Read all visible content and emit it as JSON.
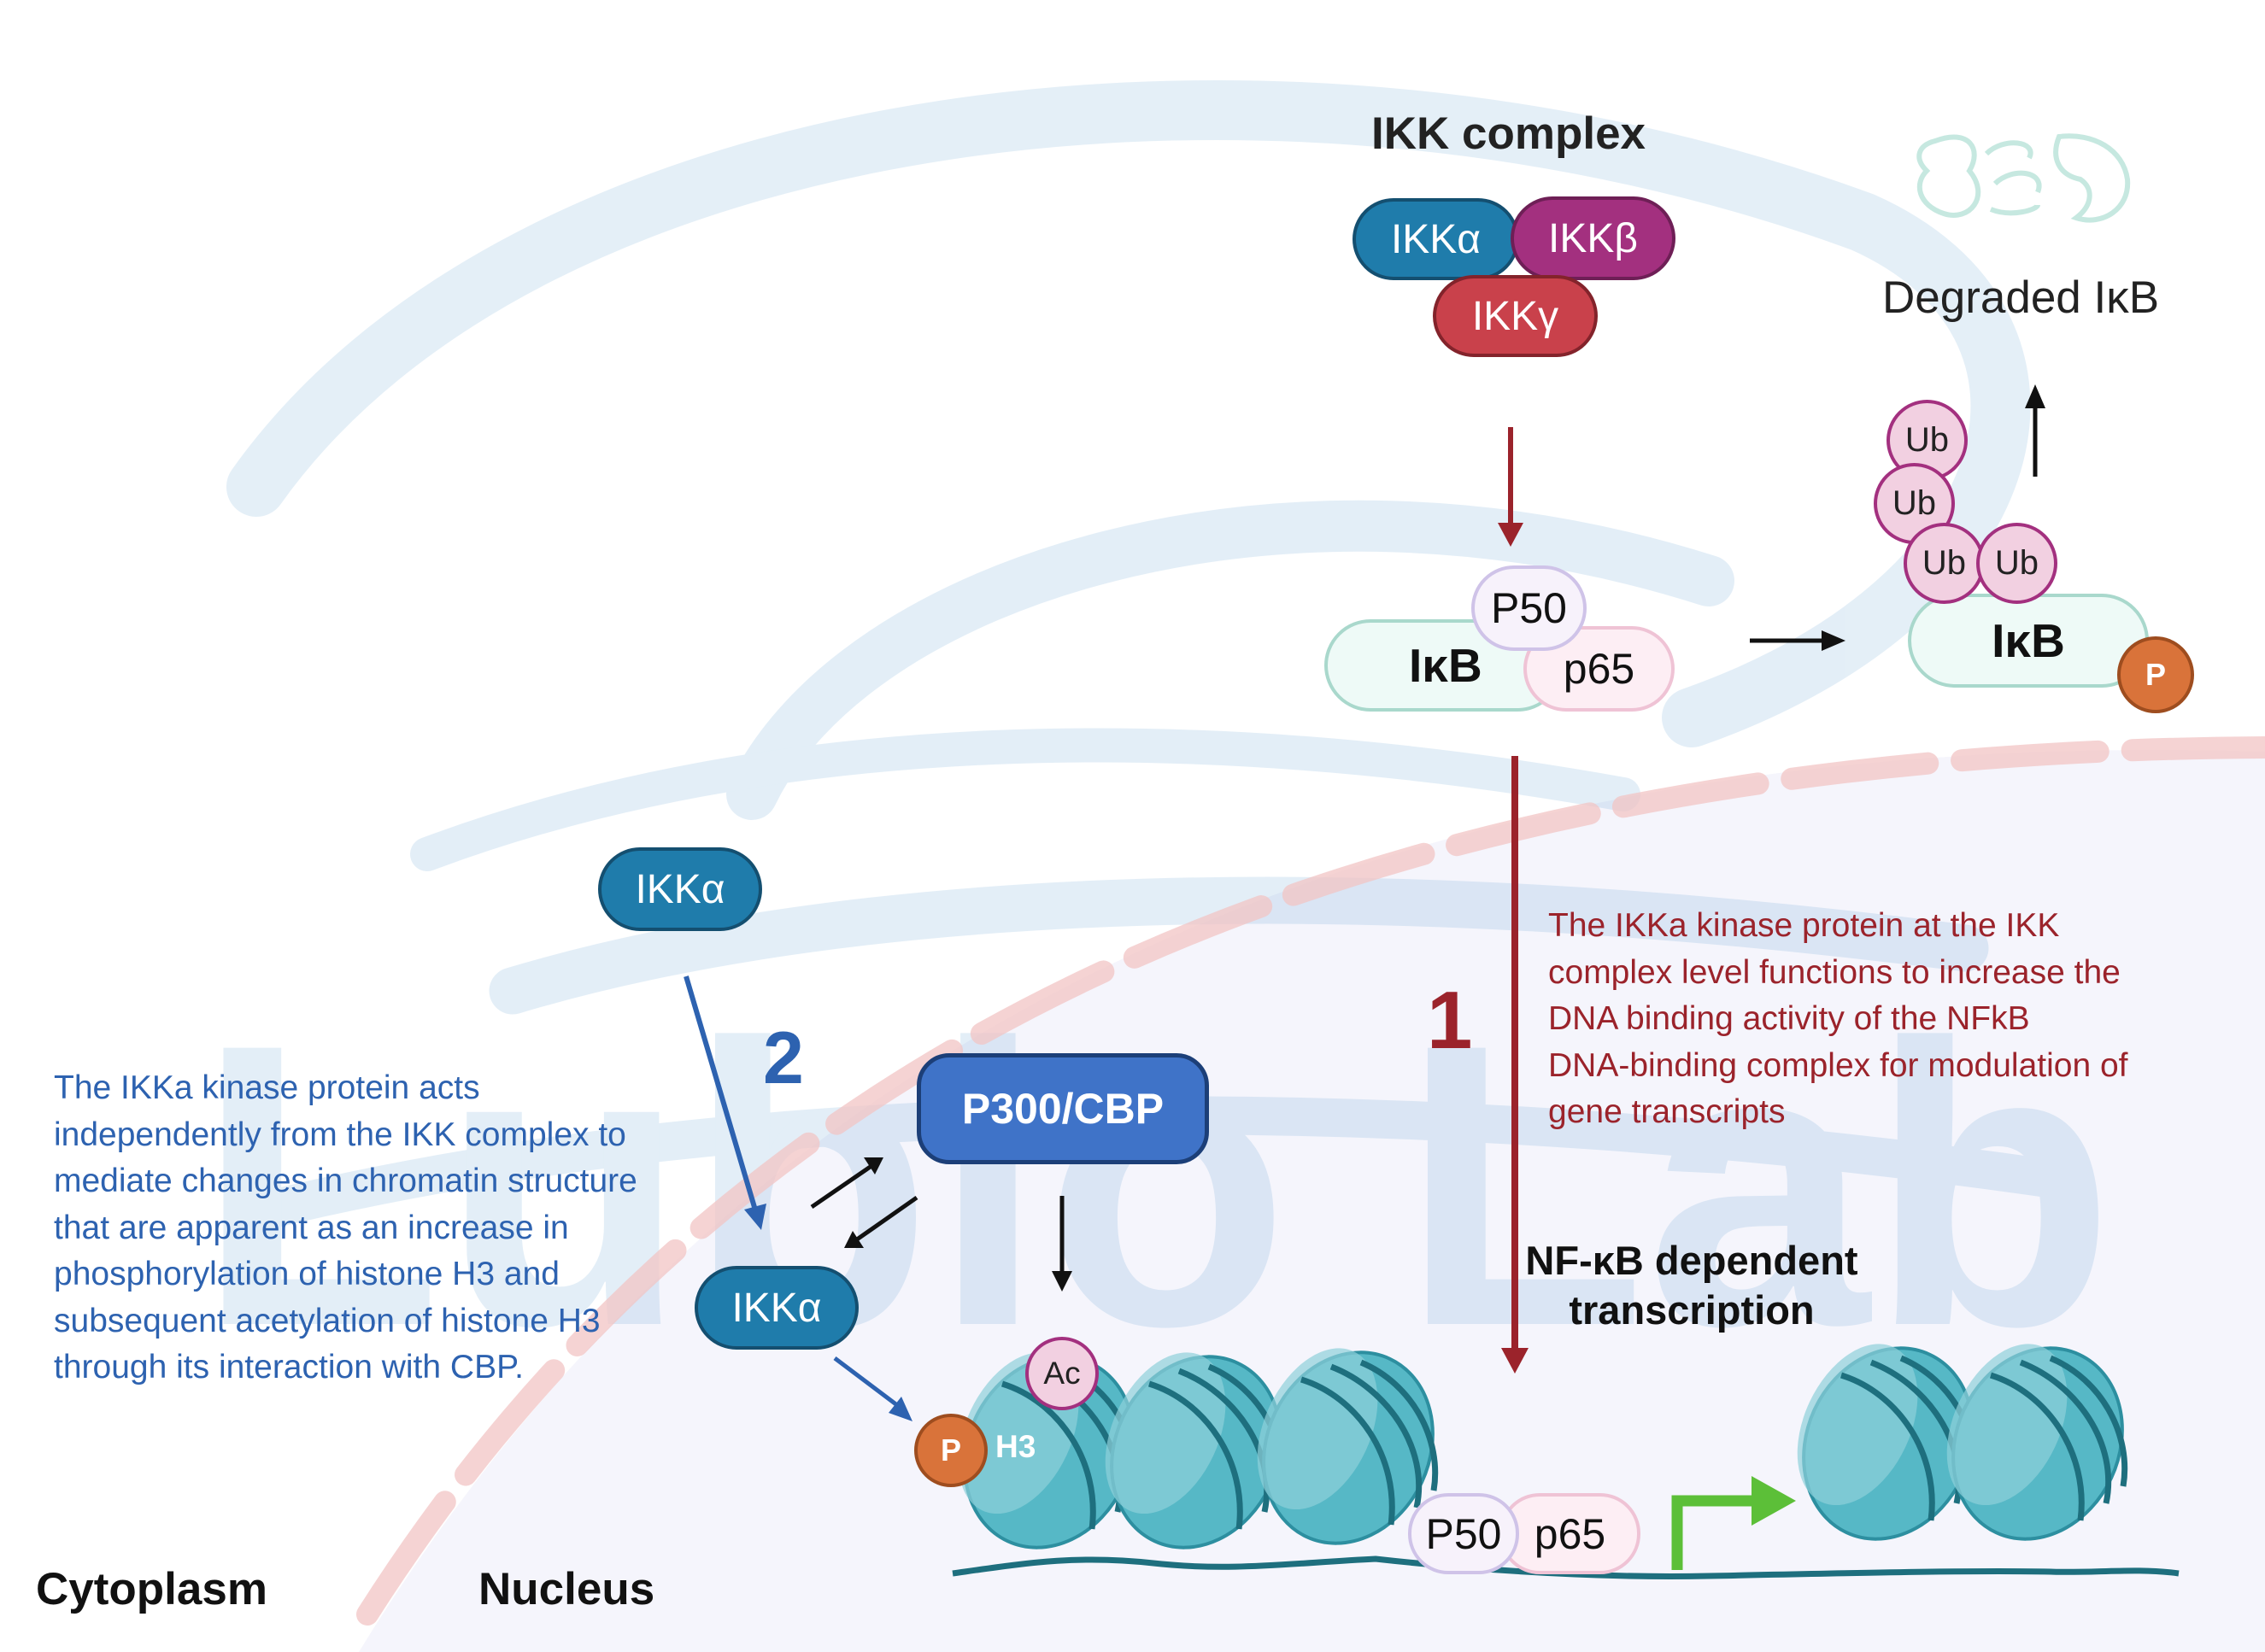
{
  "compartments": {
    "cytoplasm": "Cytoplasm",
    "nucleus": "Nucleus"
  },
  "ikk_complex": {
    "title": "IKK complex",
    "alpha": "IKKα",
    "beta": "IKKβ",
    "gamma": "IKKγ"
  },
  "degraded_label": "Degraded IκB",
  "inhibitor_complex": {
    "ikb": "IκB",
    "p50": "P50",
    "p65": "p65"
  },
  "ubiquitinated": {
    "ub": "Ub",
    "ikb": "IκB",
    "phospho": "P"
  },
  "pathway_1": {
    "number": "1",
    "description": "The IKKa kinase protein at the IKK\ncomplex level functions to increase the\nDNA binding activity of the NFkB\nDNA-binding complex for modulation of\ngene transcripts",
    "transcription_label": "NF-κB dependent\ntranscription"
  },
  "pathway_2": {
    "number": "2",
    "ikka_top": "IKKα",
    "ikka_bottom": "IKKα",
    "p300": "P300/CBP",
    "description": "The IKKa kinase protein acts\nindependently from the IKK complex to\nmediate changes in chromatin structure\nthat are apparent as an increase in\nphosphorylation of histone H3 and\nsubsequent acetylation of histone H3\nthrough its interaction with CBP."
  },
  "chromatin": {
    "ac": "Ac",
    "phospho": "P",
    "h3": "H3",
    "p50": "P50",
    "p65": "p65"
  },
  "colors": {
    "ikk_alpha": "#1f7cab",
    "ikk_beta": "#a3307f",
    "ikk_gamma": "#c9414b",
    "p300": "#3f73c8",
    "pathway1_red": "#9b232b",
    "pathway2_blue": "#2d62b0",
    "nucleosome": "#56b8c6",
    "phospho_orange": "#d9733a",
    "ub_pink": "#f2d0e1",
    "promoter_green": "#5cbf38"
  }
}
